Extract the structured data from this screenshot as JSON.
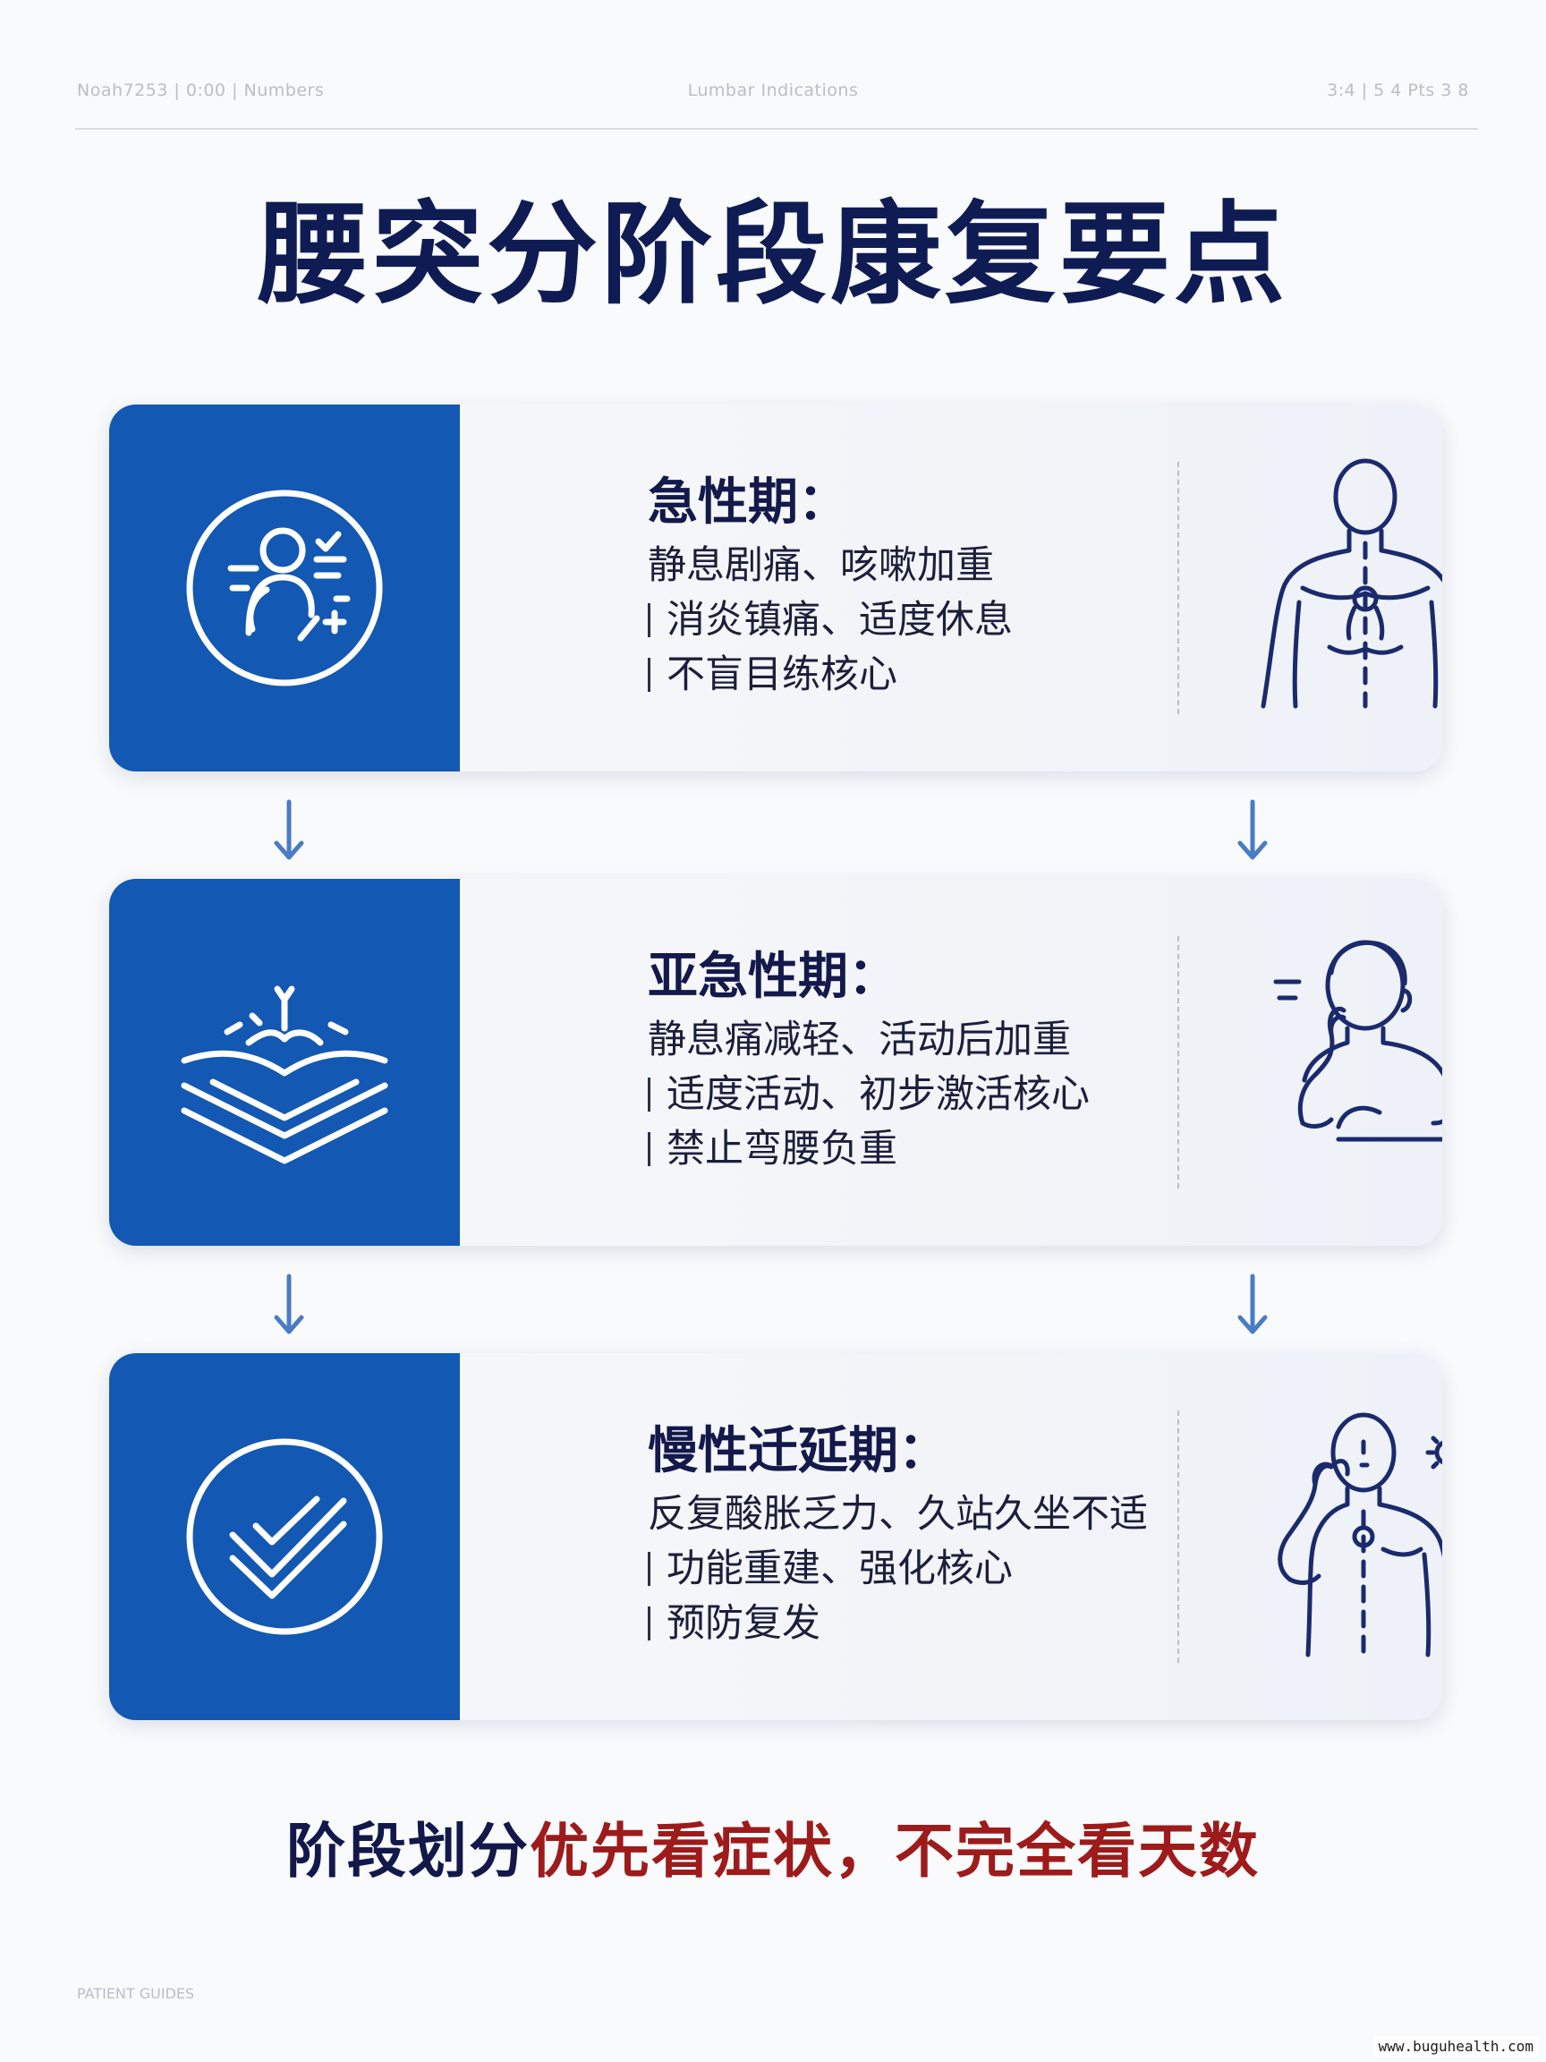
{
  "header": {
    "left": "Noah7253 | 0:00 | Numbers",
    "center": "Lumbar Indications",
    "right": "3:4 | 5 4 Pts 3 8"
  },
  "title": "腰突分阶段康复要点",
  "stages": [
    {
      "title": "急性期：",
      "lines": [
        "静息剧痛、咳嗽加重",
        "消炎镇痛、适度休息",
        "不盲目练核心"
      ],
      "left_icon": "person-in-circle-icon",
      "right_figure": "upper-body-figure-icon"
    },
    {
      "title": "亚急性期：",
      "lines": [
        "静息痛减轻、活动后加重",
        "适度活动、初步激活核心",
        "禁止弯腰负重"
      ],
      "left_icon": "layered-chevron-icon",
      "right_figure": "person-holding-neck-icon"
    },
    {
      "title": "慢性迁延期：",
      "lines": [
        "反复酸胀乏力、久站久坐不适",
        "功能重建、强化核心",
        "预防复发"
      ],
      "left_icon": "check-in-circle-icon",
      "right_figure": "person-touching-face-icon"
    }
  ],
  "footer_statement": {
    "part1": "阶段划分",
    "part2": "优先看症状，不完全看天数"
  },
  "footer_left": "PATIENT GUIDES",
  "watermark": "www.buguhealth.com",
  "colors": {
    "navy": "#0f1c54",
    "blue_panel": "#1358b2",
    "red": "#9e1b1b",
    "arrow": "#4a7cc4"
  }
}
